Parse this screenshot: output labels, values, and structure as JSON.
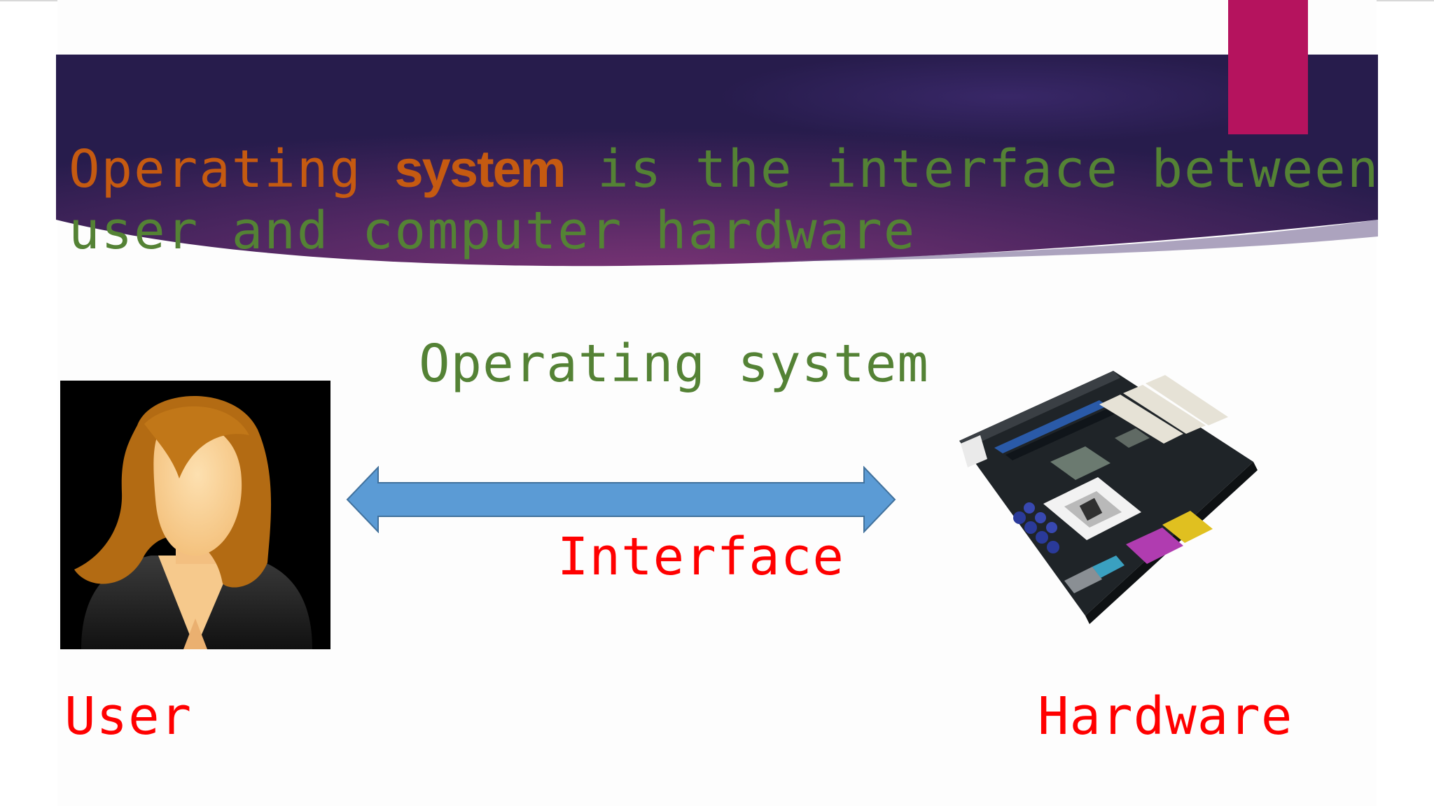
{
  "slide": {
    "title": {
      "part1": "Operating ",
      "part2": "system",
      "part3": " is the interface between user and computer hardware"
    },
    "os_label": "Operating system",
    "interface_label": "Interface",
    "user_label": "User",
    "hardware_label": "Hardware"
  },
  "colors": {
    "banner_dark": "#2a1d50",
    "banner_mid": "#5a2a66",
    "accent": "#b5135e",
    "title_orange": "#c55a11",
    "title_green": "#548235",
    "label_red": "#ff0000",
    "arrow_fill": "#5b9bd5",
    "arrow_stroke": "#41719c"
  },
  "icons": {
    "user": "user-avatar-icon",
    "hardware": "motherboard-image",
    "arrow": "double-arrow-icon"
  }
}
